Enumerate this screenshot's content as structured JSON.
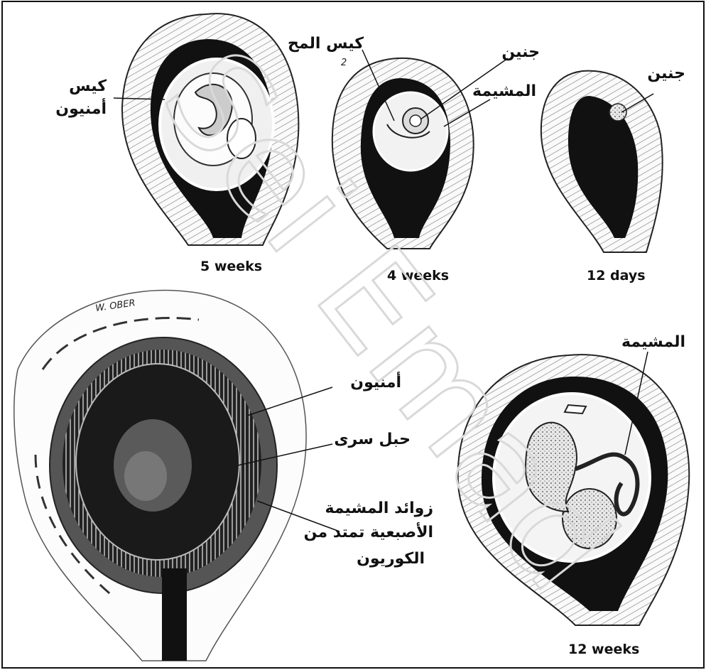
{
  "watermark": "Sei Emad",
  "stages": {
    "week5": {
      "caption": "5 weeks",
      "labels": {
        "amnion_sac": "كيس\nأمنيون"
      }
    },
    "week4": {
      "caption": "4 weeks",
      "labels": {
        "yolk_sac": "كيس المح",
        "embryo": "جنين",
        "placenta": "المشيمة",
        "marker": "2"
      }
    },
    "day12": {
      "caption": "12 days",
      "labels": {
        "embryo": "جنين"
      }
    },
    "week12": {
      "caption": "12 weeks",
      "labels": {
        "placenta": "المشيمة"
      }
    },
    "section": {
      "signature": "W. OBER",
      "labels": {
        "amnion": "أمنيون",
        "umbilical_cord": "حبل سرى",
        "chorionic_villi_1": "زوائد المشيمة",
        "chorionic_villi_2": "الأصبعية تمتد من",
        "chorionic_villi_3": "الكوريون"
      }
    }
  }
}
